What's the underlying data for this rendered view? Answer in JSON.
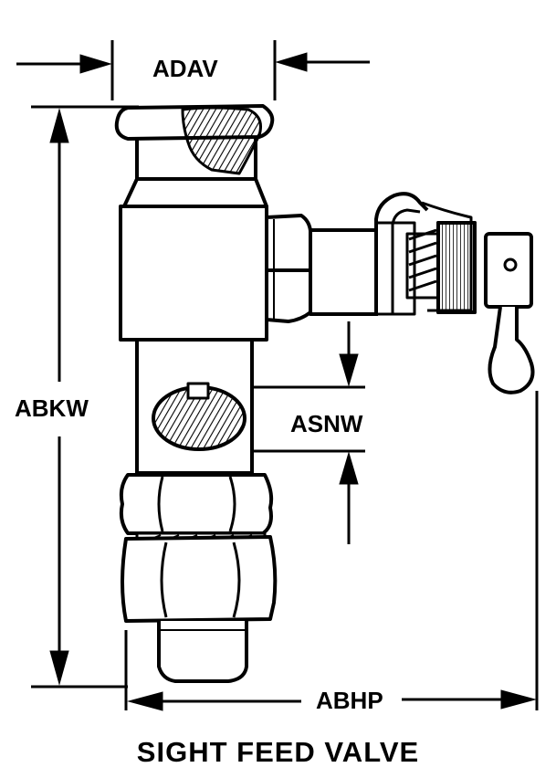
{
  "diagram": {
    "caption": "SIGHT FEED VALVE",
    "dimensions": {
      "top_width": "ADAV",
      "overall_height": "ABKW",
      "sight_window": "ASNW",
      "overall_width": "ABHP"
    },
    "colors": {
      "ink": "#000000",
      "paper": "#ffffff"
    }
  }
}
